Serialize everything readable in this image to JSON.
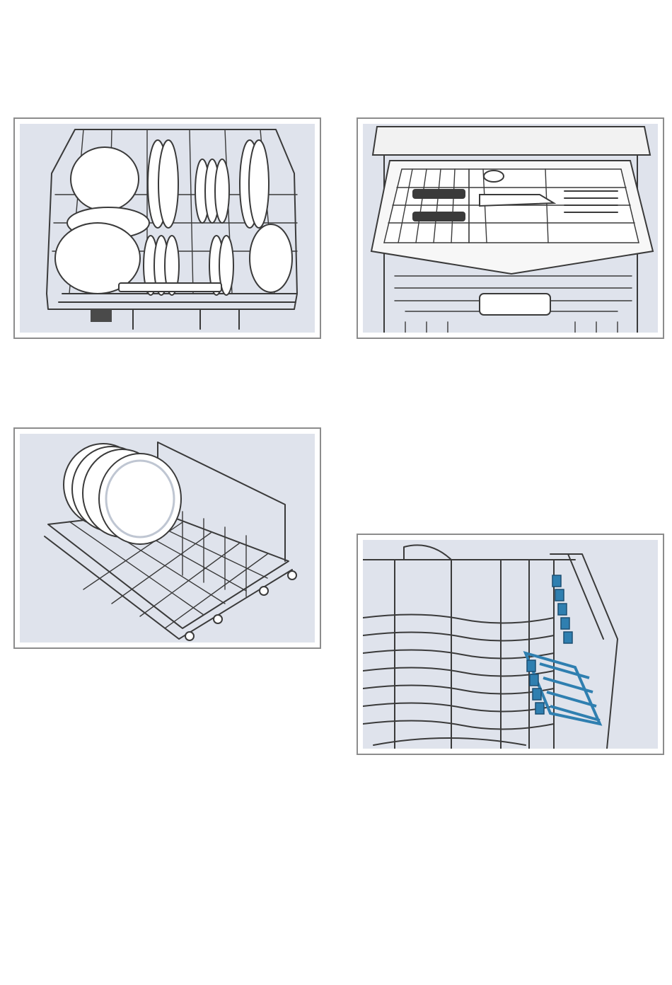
{
  "figures": [
    {
      "id": "lower-basket-loaded",
      "icon": "lower-basket-with-bowls-and-plates-illustration"
    },
    {
      "id": "cutlery-drawer-open",
      "icon": "third-rack-cutlery-drawer-illustration"
    },
    {
      "id": "basket-with-plates",
      "icon": "lower-basket-with-large-plates-illustration"
    },
    {
      "id": "rack-with-folding-tines",
      "icon": "upper-rack-with-blue-foldable-tines-illustration"
    }
  ],
  "colors": {
    "panel_background": "#dfe3ec",
    "frame_border": "#8c8c8c",
    "wire": "#3a3a3a",
    "tine_accent": "#2f7fb0"
  }
}
